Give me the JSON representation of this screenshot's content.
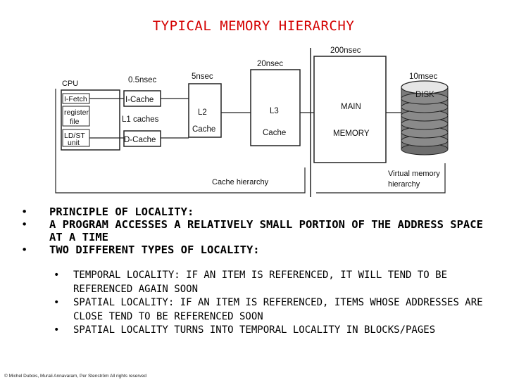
{
  "title": "TYPICAL MEMORY HIERARCHY",
  "diagram": {
    "labels": {
      "cpu": "CPU",
      "ifetch": "I-Fetch",
      "register_file_1": "register",
      "register_file_2": "file",
      "ldst_1": "LD/ST",
      "ldst_2": "unit",
      "icache": "I-Cache",
      "l1_caches": "L1 caches",
      "dcache": "D-Cache",
      "l2_1": "L2",
      "l2_2": "Cache",
      "l3_1": "L3",
      "l3_2": "Cache",
      "main_1": "MAIN",
      "main_2": "MEMORY",
      "disk": "DISK",
      "cache_hierarchy": "Cache hierarchy",
      "vm_1": "Virtual memory",
      "vm_2": "hierarchy"
    },
    "latencies": {
      "l1": "0.5nsec",
      "l2": "5nsec",
      "l3": "20nsec",
      "main": "200nsec",
      "disk": "10msec"
    }
  },
  "bullets": [
    "PRINCIPLE OF LOCALITY:",
    "A PROGRAM ACCESSES A RELATIVELY SMALL PORTION OF THE ADDRESS SPACE AT A TIME",
    "TWO DIFFERENT TYPES OF LOCALITY:"
  ],
  "sub_bullets": [
    "TEMPORAL LOCALITY: IF AN ITEM IS REFERENCED, IT WILL TEND TO BE REFERENCED AGAIN SOON",
    "SPATIAL LOCALITY: IF AN ITEM IS REFERENCED, ITEMS WHOSE ADDRESSES ARE CLOSE TEND TO BE REFERENCED SOON",
    "SPATIAL LOCALITY TURNS INTO TEMPORAL LOCALITY IN BLOCKS/PAGES"
  ],
  "footer": "© Michel Dubois, Murali Annavaram, Per Stenström All rights reserved"
}
